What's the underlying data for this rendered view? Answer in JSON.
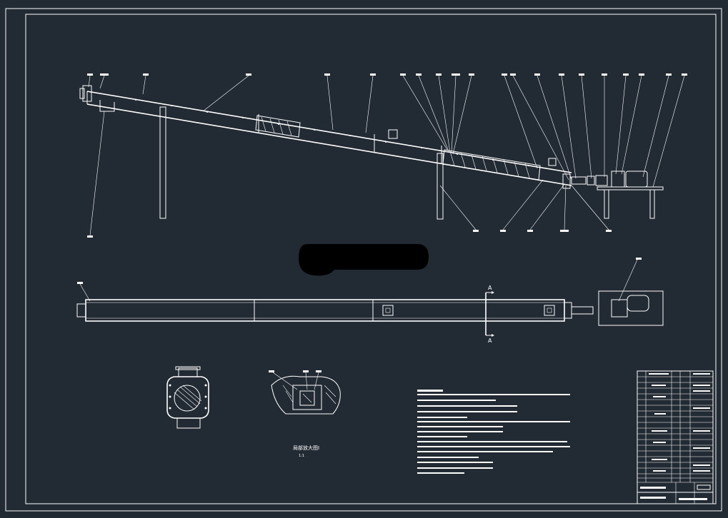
{
  "drawing": {
    "section_label": "A",
    "detail_caption": "局部放大图Ⅰ",
    "detail_scale": "1:1",
    "colors": {
      "background": "#222a33",
      "line": "#ffffff",
      "mask": "#000000"
    }
  }
}
